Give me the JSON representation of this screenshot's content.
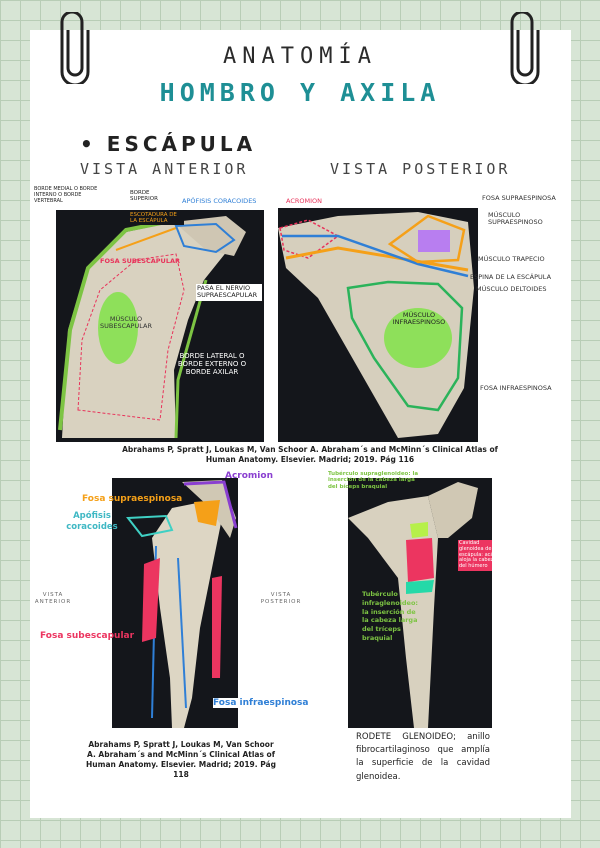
{
  "title": "ANATOMÍA",
  "subtitle": "HOMBRO Y AXILA",
  "section": "ESCÁPULA",
  "view_anterior": "VISTA ANTERIOR",
  "view_posterior": "VISTA POSTERIOR",
  "fig1": {
    "borde_medial": "BORDE MEDIAL O BORDE INTERNO O BORDE VERTEBRAL",
    "borde_superior": "BORDE SUPERIOR",
    "apofisis": "APÓFISIS CORACOIDES",
    "escotadura": "ESCOTADURA DE LA ESCÁPULA",
    "fosa_subescapular": "FOSA SUBESCAPULAR",
    "pasa_nervio": "PASA EL NERVIO SUPRAESCAPULAR",
    "musculo_subescapular": "MÚSCULO SUBESCAPULAR",
    "borde_lateral": "BORDE LATERAL O BORDE EXTERNO O BORDE AXILAR"
  },
  "fig2": {
    "acromion": "ACROMION",
    "fosa_supraespinosa": "FOSA SUPRAESPINOSA",
    "musculo_supraespinoso": "MÚSCULO SUPRAESPINOSO",
    "musculo_trapecio": "MÚSCULO TRAPECIO",
    "espina": "ESPINA DE LA ESCÁPULA",
    "deltoides": "MÚSCULO DELTOIDES",
    "musculo_infraespinoso": "MÚSCULO INFRAESPINOSO",
    "fosa_infraespinosa": "FOSA INFRAESPINOSA"
  },
  "ref1": "Abrahams P, Spratt J, Loukas M, Van Schoor A. Abraham´s and McMinn´s Clinical Atlas of Human Anatomy. Elsevier. Madrid; 2019. Pág 116",
  "fig3": {
    "acromion": "Acromion",
    "fosa_supraespinosa": "Fosa supraespinosa",
    "apofisis": "Apófisis coracoides",
    "fosa_subescapular": "Fosa subescapular",
    "fosa_infraespinosa": "Fosa infraespinosa",
    "vista_anterior": "VISTA ANTERIOR",
    "vista_posterior": "VISTA POSTERIOR"
  },
  "ref2": "Abrahams P, Spratt J, Loukas M, Van Schoor A. Abraham´s and McMinn´s Clinical Atlas of Human Anatomy. Elsevier. Madrid; 2019. Pág 118",
  "fig4": {
    "supraglenoideo": "Tubérculo supraglenoideo: la inserción de la cabeza larga del bíceps braquial",
    "cavidad": "Cavidad glenoidea de la escápula: acá se aloja la cabeza del húmero",
    "infraglenoideo": "Tubérculo infraglenoideo: la inserción de la cabeza larga del tríceps braquial"
  },
  "rodete": "RODETE GLENOIDEO; anillo fibrocartilaginoso que amplía la superficie de la cavidad glenoidea.",
  "colors": {
    "teal": "#1e8f95",
    "green": "#7dc443",
    "red": "#e8335a",
    "orange": "#f5a018",
    "purple": "#8a3fd0",
    "blue": "#2f7fd6"
  }
}
